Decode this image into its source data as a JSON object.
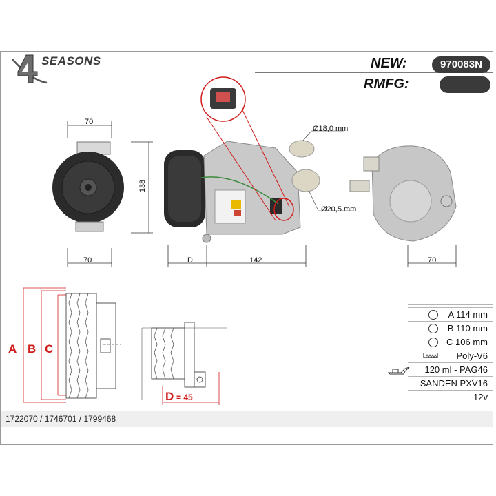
{
  "brand": {
    "logo_number": "4",
    "logo_text": "SEASONS"
  },
  "header": {
    "new_label": "NEW:",
    "part_number": "970083N",
    "rmfg_label": "RMFG:"
  },
  "dimensions": {
    "front_width": "70",
    "height": "138",
    "bottom_left_width": "70",
    "d_label": "D",
    "length": "142",
    "right_width": "70",
    "fitting_1": "Ø18,0 mm",
    "fitting_2": "Ø20,5 mm",
    "d_value_label": "D",
    "d_value": "= 45",
    "section_a": "A",
    "section_b": "B",
    "section_c": "C"
  },
  "specs": [
    {
      "text": "A 114 mm",
      "icon": "diameter-icon"
    },
    {
      "text": "B 110 mm",
      "icon": "diameter-icon"
    },
    {
      "text": "C 106 mm",
      "icon": "diameter-icon"
    },
    {
      "text": "Poly-V6",
      "icon": "belt-icon"
    },
    {
      "text": "120 ml - PAG46",
      "icon": "oil-can-icon"
    },
    {
      "text": "SANDEN PXV16",
      "icon": ""
    },
    {
      "text": "12v",
      "icon": ""
    }
  ],
  "footer": {
    "oem_numbers": "1722070 / 1746701 / 1799468"
  },
  "colors": {
    "accent_red": "#d11c1c",
    "pill": "#3a3a3a",
    "footer_band": "#efefef"
  }
}
